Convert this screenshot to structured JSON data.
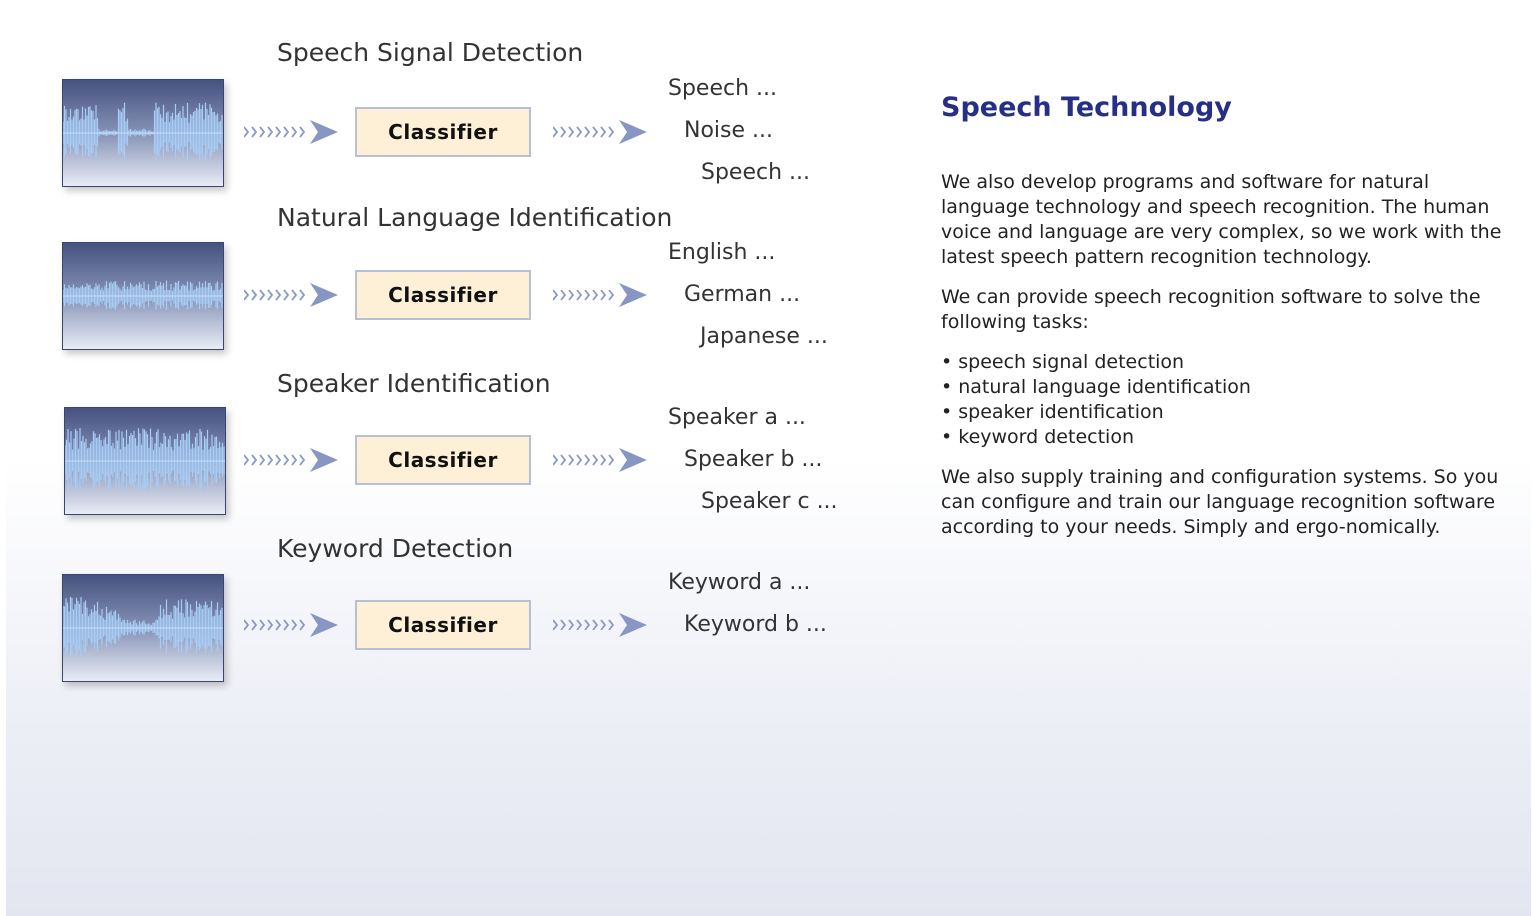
{
  "diagram": {
    "sections": [
      {
        "title": "Speech Signal Detection",
        "classifier_label": "Classifier",
        "outputs": [
          "Speech ...",
          "Noise ...",
          "Speech ..."
        ]
      },
      {
        "title": "Natural Language Identification",
        "classifier_label": "Classifier",
        "outputs": [
          "English ...",
          "German ...",
          "Japanese ..."
        ]
      },
      {
        "title": "Speaker Identification",
        "classifier_label": "Classifier",
        "outputs": [
          "Speaker a ...",
          "Speaker b ...",
          "Speaker c ..."
        ]
      },
      {
        "title": "Keyword Detection",
        "classifier_label": "Classifier",
        "outputs": [
          "Keyword a ...",
          "Keyword b ..."
        ]
      }
    ]
  },
  "info": {
    "title": "Speech Technology",
    "paragraph1": "We also develop programs and software for natural language technology and speech recognition. The human voice and language are very complex, so we work with the latest speech pattern recognition technology.",
    "paragraph2": "We can provide speech recognition software to solve the following tasks:",
    "tasks": [
      "speech signal detection",
      "natural language identification",
      "speaker identification",
      "keyword detection"
    ],
    "paragraph3": "We also supply training and configuration systems. So you can configure and train our language recognition software according to your needs. Simply and ergo-nomically."
  },
  "colors": {
    "title_blue": "#262e88",
    "classifier_fill": "#fdf0d6",
    "classifier_border": "#b7bfd8",
    "arrow": "#8896c4",
    "waveform": "#a8cdf5"
  },
  "icons": {
    "waveform": "audio-waveform-icon",
    "arrow": "chevron-arrow-icon"
  }
}
